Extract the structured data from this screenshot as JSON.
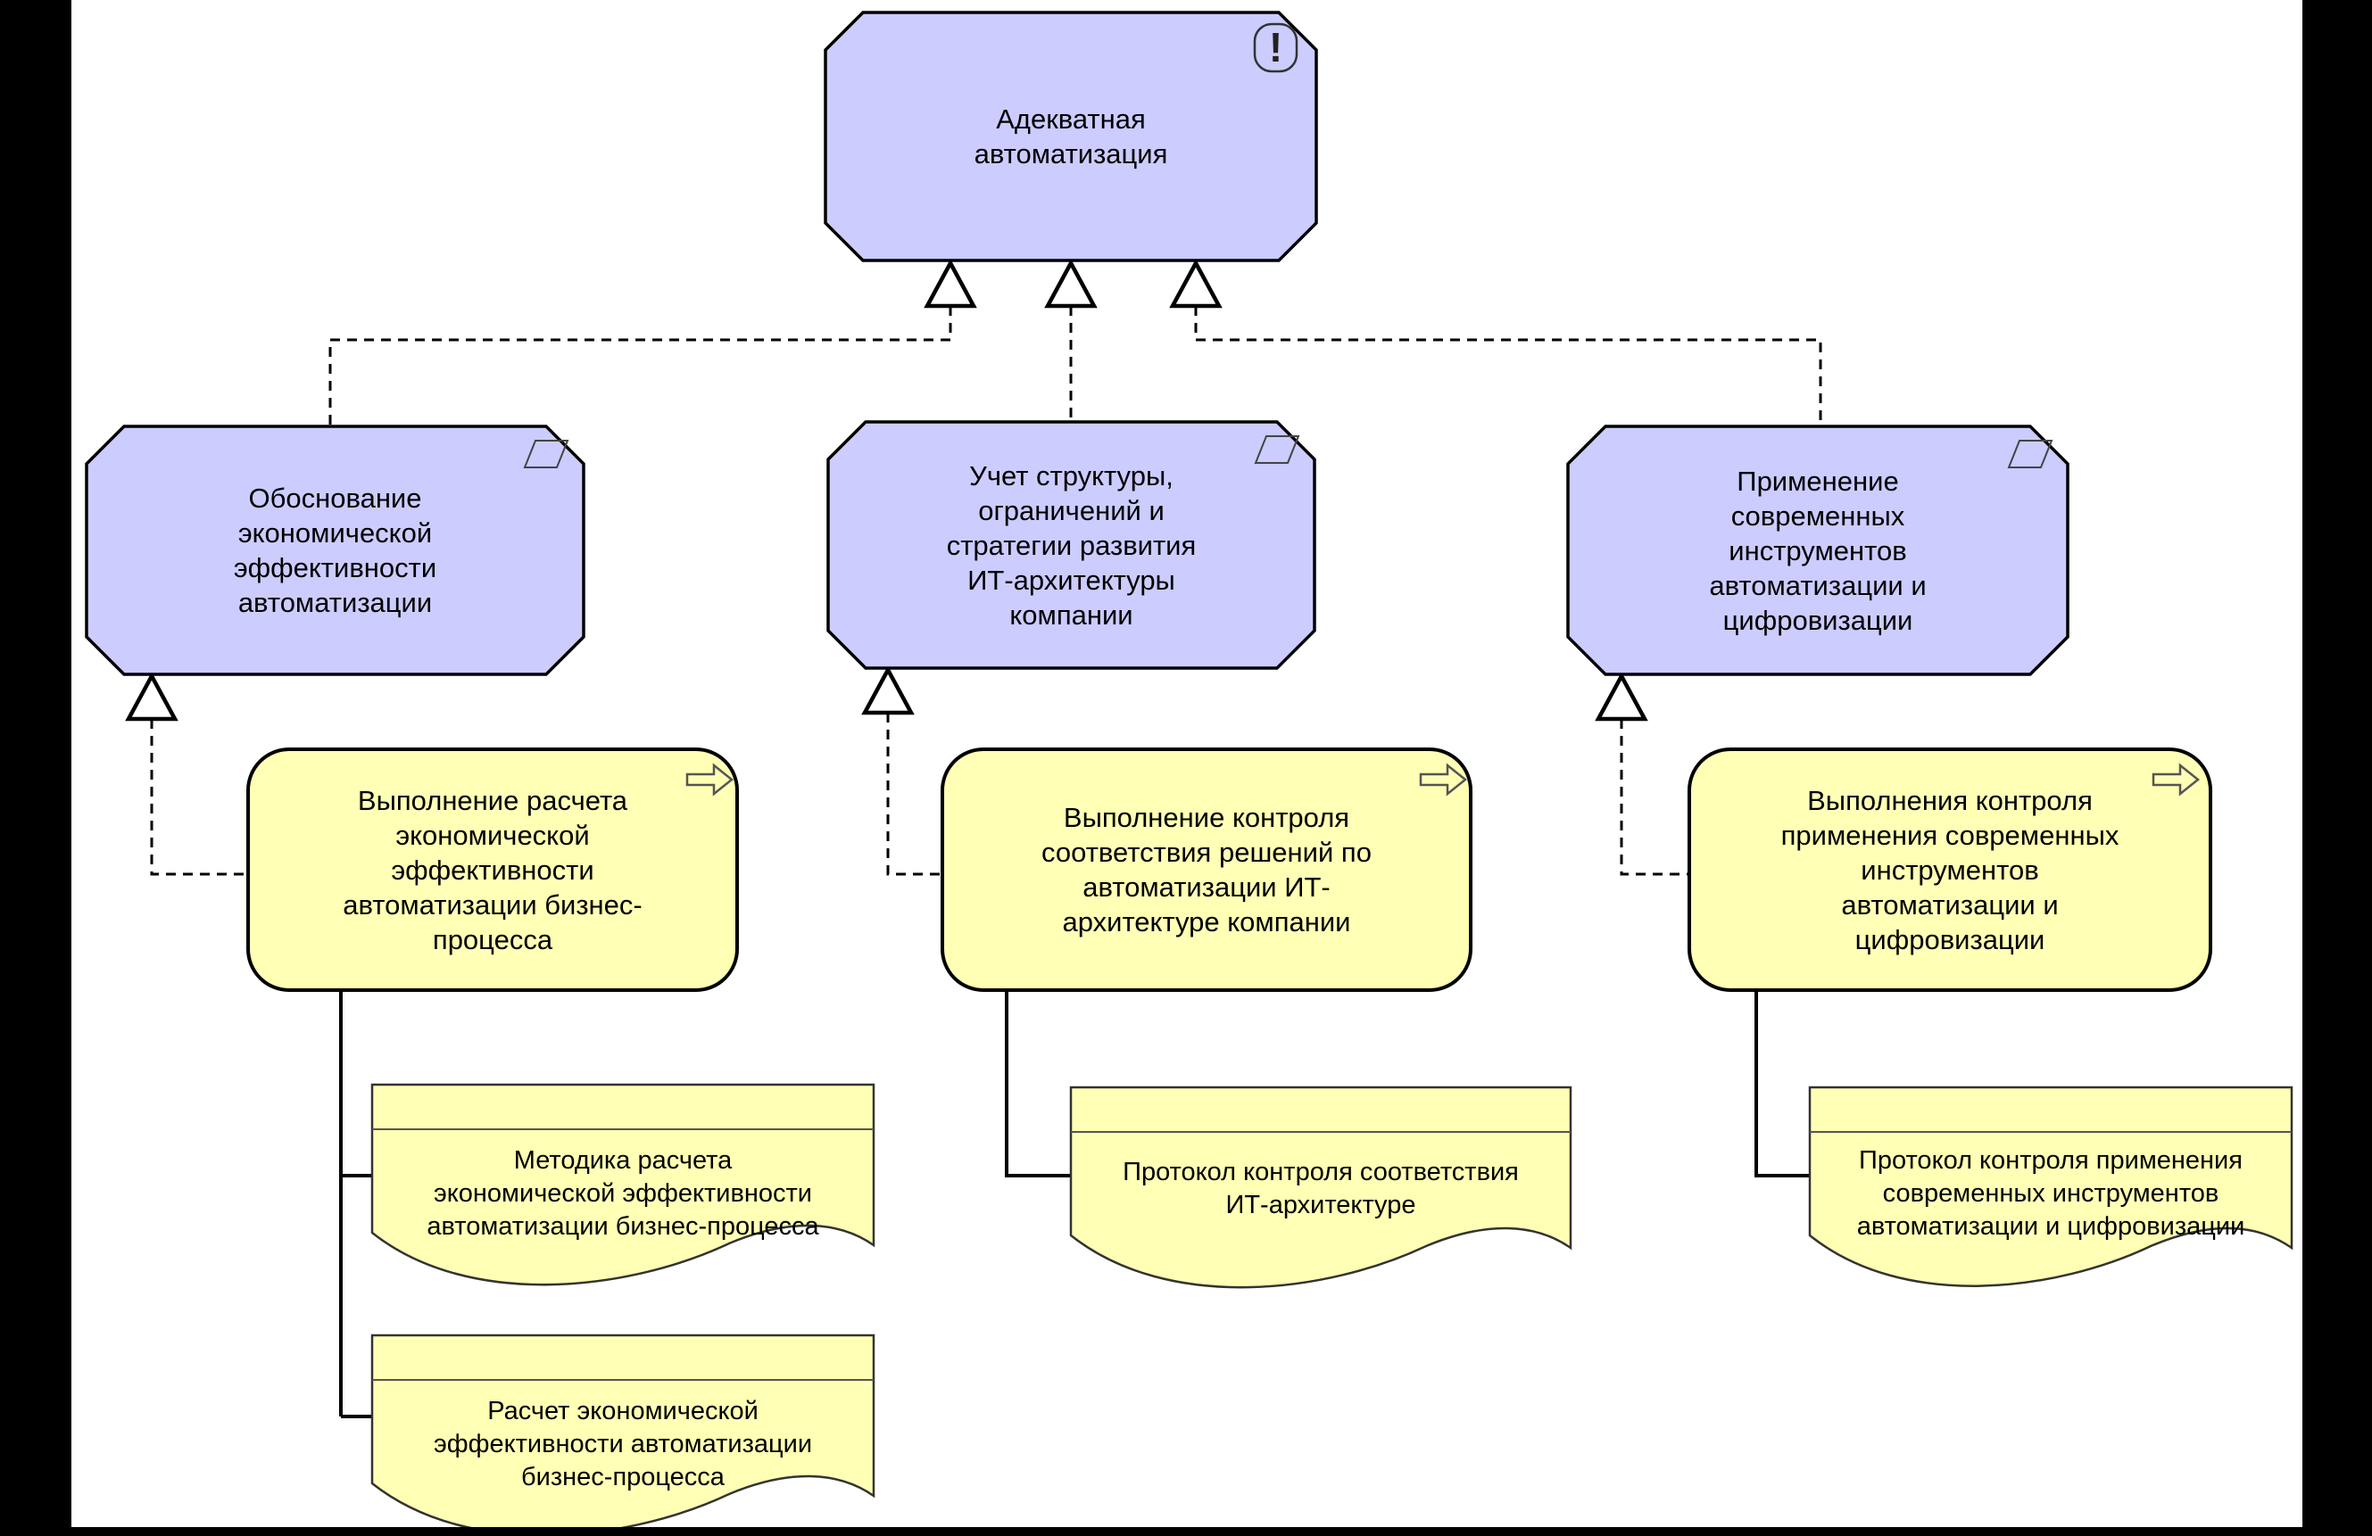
{
  "diagram": {
    "title_element": {
      "label": "Адекватная\nавтоматизация",
      "icon_glyph": "!"
    },
    "requirements": [
      {
        "label": "Обоснование\nэкономической\nэффективности\nавтоматизации"
      },
      {
        "label": "Учет структуры,\nограничений и\nстратегии развития\nИТ-архитектуры\nкомпании"
      },
      {
        "label": "Применение\nсовременных\nинструментов\nавтоматизации и\nцифровизации"
      }
    ],
    "processes": [
      {
        "label": "Выполнение расчета\nэкономической\nэффективности\nавтоматизации бизнес-\nпроцесса"
      },
      {
        "label": "Выполнение контроля\nсоответствия решений по\nавтоматизации ИТ-\nархитектуре компании"
      },
      {
        "label": "Выполнения контроля\nприменения современных\nинструментов\nавтоматизации и\nцифровизации"
      }
    ],
    "deliverables": [
      {
        "label": "Методика расчета\nэкономической эффективности\nавтоматизации бизнес-процесса"
      },
      {
        "label": "Расчет экономической\nэффективности автоматизации\nбизнес-процесса"
      },
      {
        "label": "Протокол контроля соответствия\nИТ-архитектуре"
      },
      {
        "label": "Протокол контроля применения\nсовременных инструментов\nавтоматизации и цифровизации"
      }
    ],
    "icons": {
      "principle": "exclamation-icon",
      "requirement": "parallelogram-icon",
      "process": "arrow-right-icon"
    },
    "colors": {
      "motivation_fill": "#ccccff",
      "business_fill": "#ffffb5",
      "node_border": "#000000",
      "doc_border": "#333333",
      "connector": "#000000",
      "background": "#ffffff",
      "edge_bars": "#000000"
    }
  }
}
